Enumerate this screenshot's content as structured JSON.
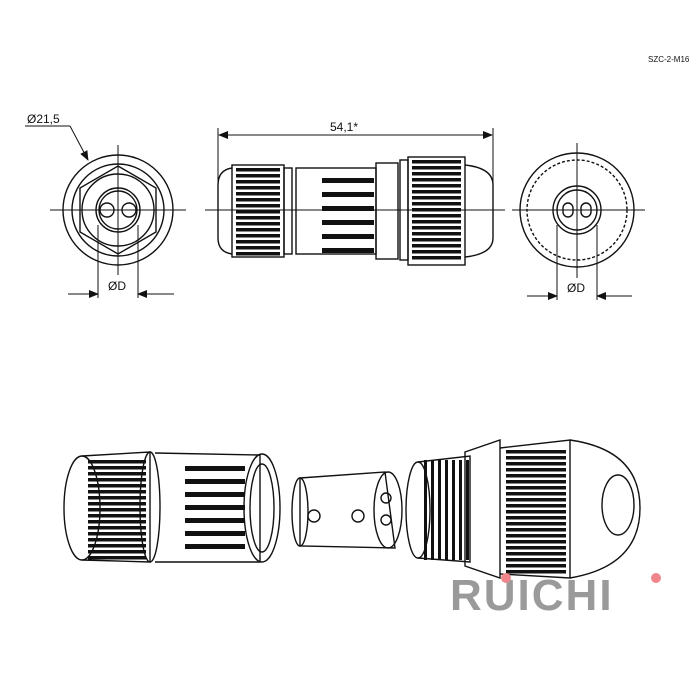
{
  "drawing": {
    "part_number": "SZC-2-M16",
    "dimensions": {
      "outer_diameter": "Ø21,5",
      "overall_length": "54,1*",
      "cable_diameter_left": "ØD",
      "cable_diameter_right": "ØD"
    }
  },
  "brand": {
    "logo_text": "RUICHI",
    "logo_color": "#9a9a9a",
    "dot_color": "#f0868c"
  }
}
